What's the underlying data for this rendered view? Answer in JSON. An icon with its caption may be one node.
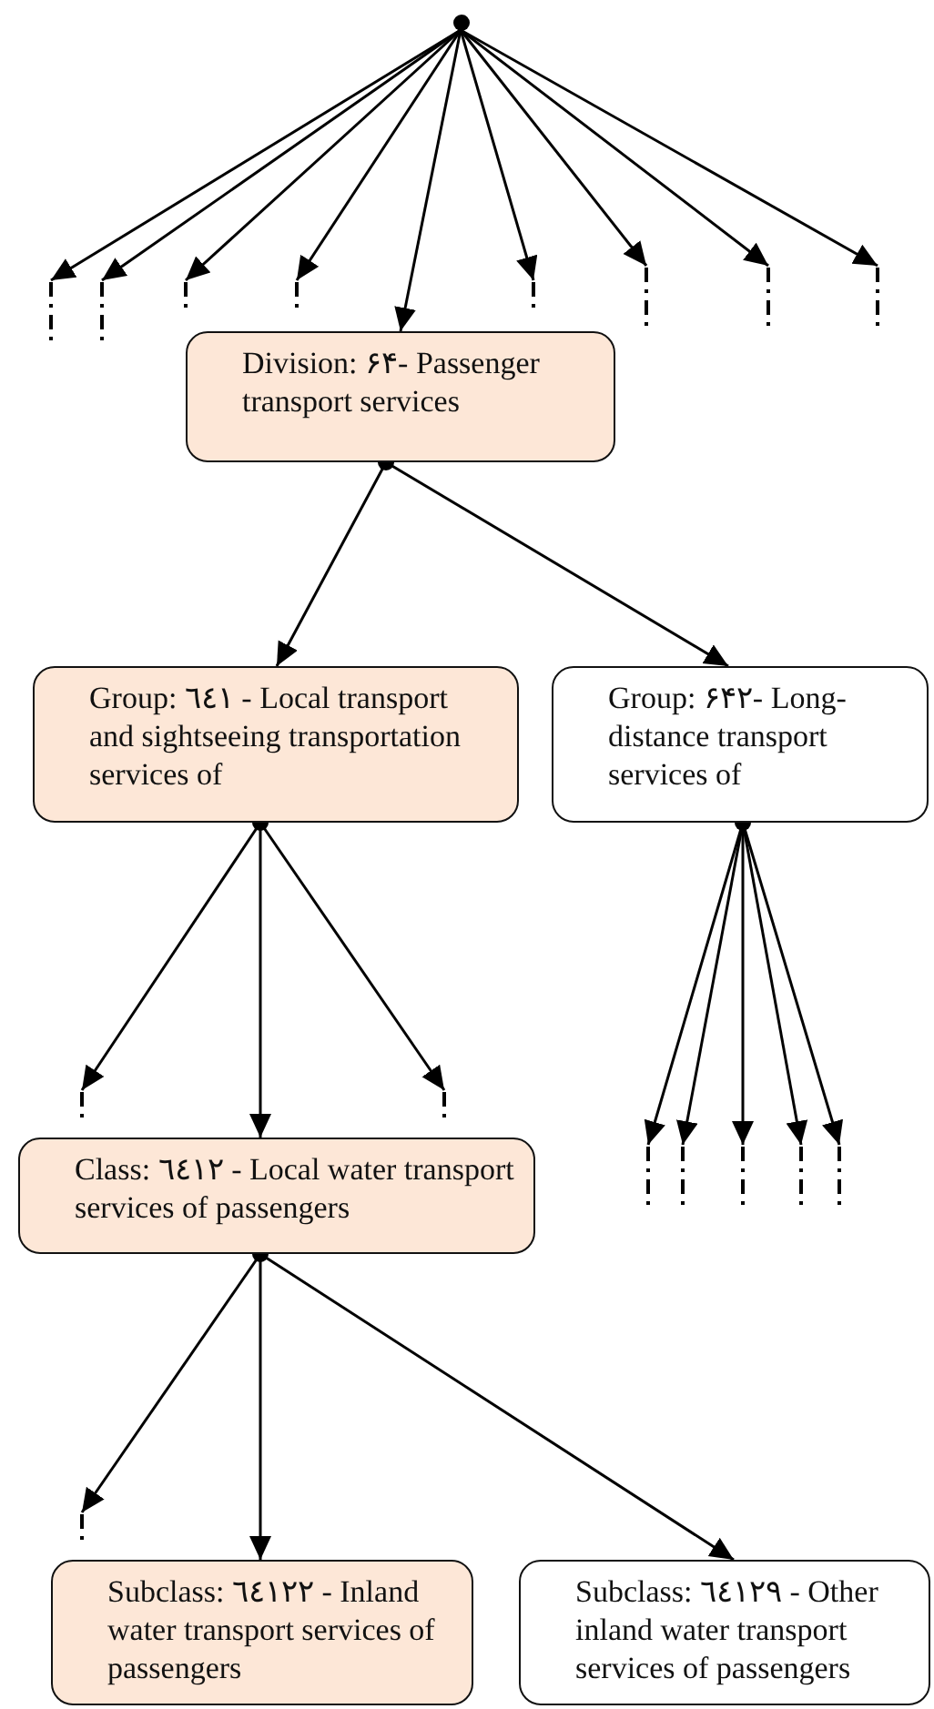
{
  "diagram": {
    "nodes": [
      {
        "text": [],
        "shape": "circle"
      },
      {
        "text": [],
        "shape": "line"
      },
      {
        "text": [],
        "shape": "line"
      },
      {
        "text": [],
        "shape": "line"
      },
      {
        "text": [],
        "shape": "line"
      },
      {
        "text": [],
        "shape": "line"
      },
      {
        "text": [],
        "shape": "line"
      },
      {
        "text": [],
        "shape": "line"
      },
      {
        "text": [],
        "shape": "line"
      },
      {
        "text": [
          "Division: ۶۴- Passenger transport services"
        ]
      },
      {
        "text": [
          "Group: ٦٤١ - Local transport and sightseeing transportation services of"
        ]
      },
      {
        "text": [
          "Group: ۶۴۲- Long-distance transport services of"
        ]
      },
      {
        "text": [],
        "shape": "line"
      },
      {
        "text": [
          "Class: ٦٤١٢ - Local water transport services of passengers"
        ]
      },
      {
        "text": [],
        "shape": "line"
      },
      {
        "text": [],
        "shape": "line"
      },
      {
        "text": [],
        "shape": "line"
      },
      {
        "text": [],
        "shape": "line"
      },
      {
        "text": [],
        "shape": "line"
      },
      {
        "text": [],
        "shape": "line"
      },
      {
        "text": [],
        "shape": "line"
      },
      {
        "text": [
          "Subclass: ٦٤١٢٢ - Inland water transport services of passengers"
        ]
      },
      {
        "text": [
          "Subclass: ٦٤١٢٩ - Other inland water transport services of passengers"
        ]
      }
    ],
    "edges": [
      {
        "from": 0,
        "to": 1,
        "arrow": "to"
      },
      {
        "from": 0,
        "to": 2,
        "arrow": "to"
      },
      {
        "from": 0,
        "to": 3,
        "arrow": "to"
      },
      {
        "from": 0,
        "to": 4,
        "arrow": "to"
      },
      {
        "from": 0,
        "to": 9,
        "arrow": "to"
      },
      {
        "from": 0,
        "to": 5,
        "arrow": "to"
      },
      {
        "from": 0,
        "to": 6,
        "arrow": "to"
      },
      {
        "from": 0,
        "to": 7,
        "arrow": "to"
      },
      {
        "from": 0,
        "to": 8,
        "arrow": "to"
      },
      {
        "from": 9,
        "to": 10,
        "arrow": "to"
      },
      {
        "from": 9,
        "to": 11,
        "arrow": "to"
      },
      {
        "from": 10,
        "to": 12,
        "arrow": "to"
      },
      {
        "from": 10,
        "to": 13,
        "arrow": "to"
      },
      {
        "from": 10,
        "to": 14,
        "arrow": "to"
      },
      {
        "from": 11,
        "to": 15,
        "arrow": "to"
      },
      {
        "from": 11,
        "to": 16,
        "arrow": "to"
      },
      {
        "from": 11,
        "to": 17,
        "arrow": "to"
      },
      {
        "from": 11,
        "to": 18,
        "arrow": "to"
      },
      {
        "from": 11,
        "to": 19,
        "arrow": "to"
      },
      {
        "from": 13,
        "to": 20,
        "arrow": "to"
      },
      {
        "from": 13,
        "to": 21,
        "arrow": "to"
      },
      {
        "from": 13,
        "to": 22,
        "arrow": "to"
      }
    ]
  }
}
